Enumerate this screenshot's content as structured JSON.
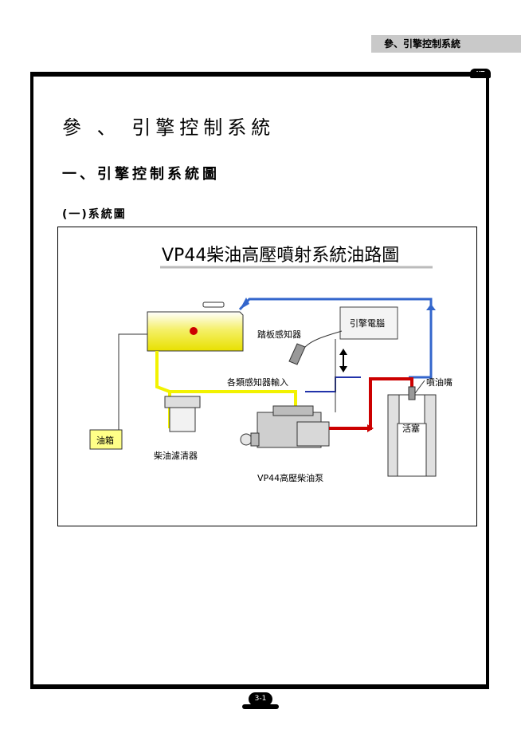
{
  "header": {
    "tab_label": "參、引擎控制系統",
    "corner_logo": "UT"
  },
  "content": {
    "title": "參 、 引擎控制系統",
    "subtitle": "一、引擎控制系統圖",
    "section_label": "(一)系統圖"
  },
  "diagram": {
    "title": "VP44柴油高壓噴射系統油路圖",
    "labels": {
      "fuel_tank": "油箱",
      "ecu": "引擎電腦",
      "pedal_sensor": "踏板感知器",
      "sensor_inputs": "各類感知器輸入",
      "injector": "噴油嘴",
      "piston": "活塞",
      "fuel_filter": "柴油濾清器",
      "pump": "VP44高壓柴油泵"
    },
    "colors": {
      "low_pressure": "#f2f200",
      "high_pressure": "#cc0000",
      "signal": "#2233aa",
      "return": "#3366cc"
    }
  },
  "footer": {
    "page_number": "3-1"
  }
}
